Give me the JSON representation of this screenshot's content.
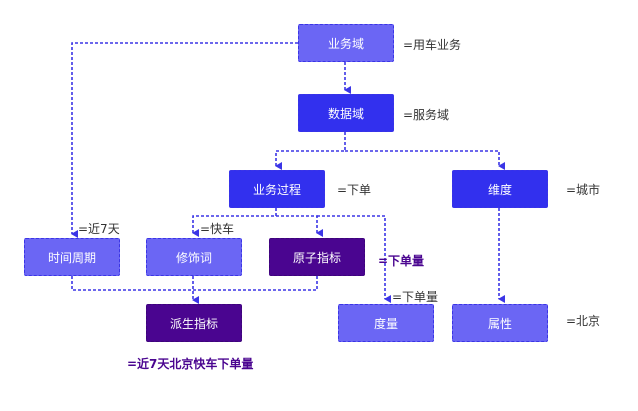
{
  "nodes": {
    "business_domain": "业务域",
    "data_domain": "数据域",
    "business_process": "业务过程",
    "dimension": "维度",
    "time_period": "时间周期",
    "modifier": "修饰词",
    "atomic_metric": "原子指标",
    "derived_metric": "派生指标",
    "measure": "度量",
    "attribute": "属性"
  },
  "annotations": {
    "business_domain_eg": "=用车业务",
    "data_domain_eg": "=服务域",
    "business_process_eg": "=下单",
    "dimension_eg": "=城市",
    "time_period_eg": "=近7天",
    "modifier_eg": "=快车",
    "atomic_metric_eg": "=下单量",
    "measure_eg": "=下单量",
    "attribute_eg": "=北京",
    "derived_metric_eg": "=近7天北京快车下单量"
  },
  "colors": {
    "light_node": "#6b66f4",
    "mid_node": "#3230ee",
    "dark_node": "#4a0590",
    "connector": "#3b35e6"
  }
}
